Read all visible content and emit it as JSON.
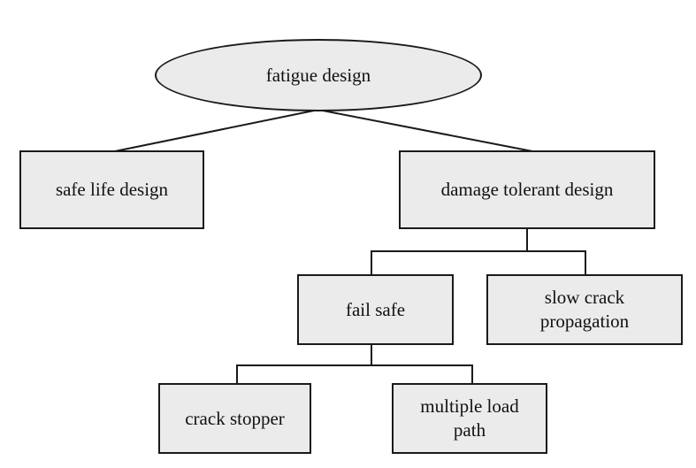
{
  "diagram": {
    "nodes": {
      "root": {
        "label": "fatigue design"
      },
      "safe_life": {
        "label": "safe life design"
      },
      "damage_tolerant": {
        "label": "damage tolerant design"
      },
      "fail_safe": {
        "label": "fail safe"
      },
      "slow_crack": {
        "label_line1": "slow crack",
        "label_line2": "propagation"
      },
      "crack_stopper": {
        "label": "crack stopper"
      },
      "multiple_load": {
        "label_line1": "multiple load",
        "label_line2": "path"
      }
    },
    "edges": [
      {
        "from": "fatigue design",
        "to": "safe life design"
      },
      {
        "from": "fatigue design",
        "to": "damage tolerant design"
      },
      {
        "from": "damage tolerant design",
        "to": "fail safe"
      },
      {
        "from": "damage tolerant design",
        "to": "slow crack propagation"
      },
      {
        "from": "fail safe",
        "to": "crack stopper"
      },
      {
        "from": "fail safe",
        "to": "multiple load path"
      }
    ],
    "colors": {
      "node_fill": "#ebebeb",
      "stroke": "#1a1a1a"
    }
  }
}
